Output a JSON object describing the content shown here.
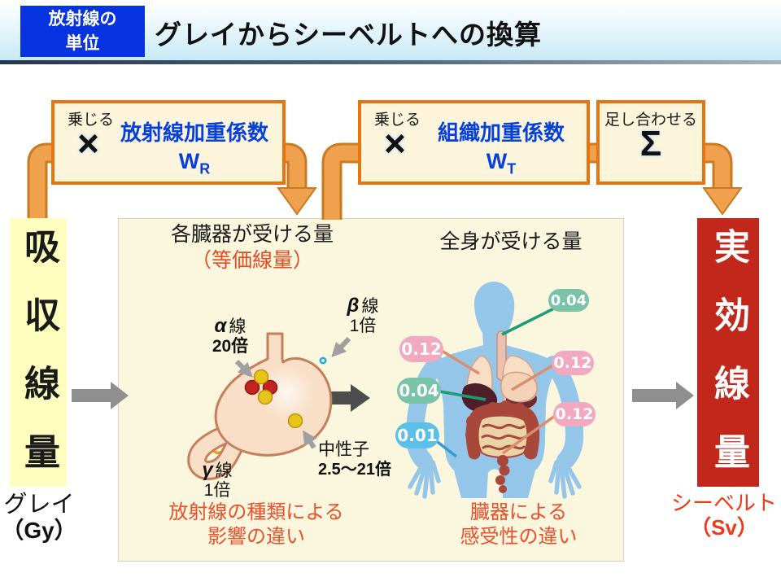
{
  "header": {
    "tag_line1": "放射線の",
    "tag_line2": "単位",
    "title": "グレイからシーベルトへの換算"
  },
  "formula": {
    "box1": {
      "note": "乗じる",
      "symbol": "×",
      "title": "放射線加重係数",
      "var": "W",
      "sub": "R"
    },
    "box2": {
      "note": "乗じる",
      "symbol": "×",
      "title": "組織加重係数",
      "var": "W",
      "sub": "T"
    },
    "box3": {
      "note": "足し合わせる",
      "symbol": "Σ"
    }
  },
  "left_unit": {
    "name": "吸収線量",
    "reading": "グレイ",
    "symbol": "（Gy）"
  },
  "right_unit": {
    "name": "実効線量",
    "reading": "シーベルト",
    "symbol": "（Sv）"
  },
  "panel": {
    "organ_dose_title": "各臓器が受ける量",
    "organ_dose_sub": "（等価線量）",
    "body_dose_title": "全身が受ける量",
    "radiations": [
      {
        "greek": "α",
        "suffix": "線",
        "factor": "20倍"
      },
      {
        "greek": "β",
        "suffix": "線",
        "factor": "1倍"
      },
      {
        "greek": "γ",
        "suffix": "線",
        "factor": "1倍"
      },
      {
        "greek": "",
        "suffix": "中性子",
        "factor": "2.5～21倍"
      }
    ],
    "caption_left_line1": "放射線の種類による",
    "caption_left_line2": "影響の違い",
    "caption_right_line1": "臓器による",
    "caption_right_line2": "感受性の違い",
    "weights": [
      {
        "organ": "thyroid",
        "value": "0.04",
        "badge_color": "#79C3A9",
        "line_color": "#1C9C74"
      },
      {
        "organ": "lung",
        "value": "0.12",
        "badge_color": "#F2A8BF",
        "line_color": "#D98F6E"
      },
      {
        "organ": "liver",
        "value": "0.04",
        "badge_color": "#79C3A9",
        "line_color": "#1C9C74"
      },
      {
        "organ": "skin",
        "value": "0.01",
        "badge_color": "#5BC0E8",
        "line_color": "#2E9FD6"
      },
      {
        "organ": "stomach",
        "value": "0.12",
        "badge_color": "#F2A8BF",
        "line_color": "#D98F6E"
      },
      {
        "organ": "colon",
        "value": "0.12",
        "badge_color": "#F2A8BF",
        "line_color": "#D98F6E"
      }
    ]
  },
  "colors": {
    "tag_blue": "#0733E0",
    "box_border_orange": "#E8740F",
    "box_fill_cream": "#FCF5DC",
    "blue_text": "#0540DD",
    "arrow_orange": "#EFA14D",
    "arrow_orange_border": "#C87B20",
    "absorbed_yellow": "#FEFEBE",
    "effective_red": "#C1271A",
    "sievert_red": "#EE3A18",
    "caption_red": "#E8512B",
    "panel_cream": "#FBF7DF"
  }
}
